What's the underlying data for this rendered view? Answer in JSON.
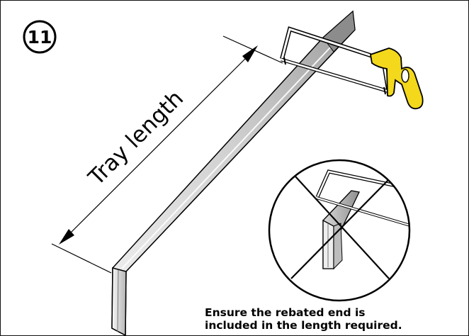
{
  "step": {
    "number": "11"
  },
  "dimension": {
    "label": "Tray length"
  },
  "note": {
    "line1": "Ensure the rebated end is",
    "line2": "included in the length required."
  },
  "colors": {
    "saw_handle": "#f3d81b",
    "board_light": "#f4f4f4",
    "board_dark": "#a9a9a9",
    "outline": "#000000"
  },
  "icons": {
    "hacksaw": "hacksaw-icon",
    "prohibited": "prohibited-icon"
  }
}
